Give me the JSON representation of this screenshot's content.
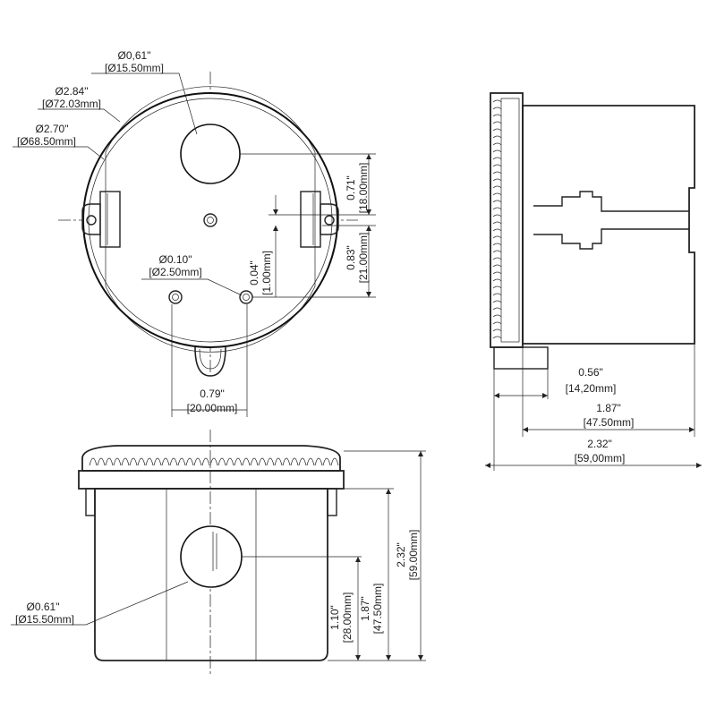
{
  "front_view": {
    "knockout_dia_in": "Ø0,61\"",
    "knockout_dia_mm": "[Ø15.50mm]",
    "outer_dia_in": "Ø2.84\"",
    "outer_dia_mm": "[Ø72.03mm]",
    "inner_dia_in": "Ø2.70\"",
    "inner_dia_mm": "[Ø68.50mm]",
    "hole_dia_in": "Ø0.10\"",
    "hole_dia_mm": "[Ø2.50mm]",
    "offset_small_in": "0.04\"",
    "offset_small_mm": "[1.00mm]",
    "offset_top_in": "0.71\"",
    "offset_top_mm": "[18.00mm]",
    "offset_bottom_in": "0.83\"",
    "offset_bottom_mm": "[21.00mm]",
    "hole_spacing_in": "0.79\"",
    "hole_spacing_mm": "[20.00mm]"
  },
  "side_view": {
    "flange_depth_in": "0.56\"",
    "flange_depth_mm": "[14,20mm]",
    "body_depth_in": "1.87\"",
    "body_depth_mm": "[47.50mm]",
    "total_depth_in": "2.32\"",
    "total_depth_mm": "[59,00mm]"
  },
  "bottom_view": {
    "knockout_dia_in": "Ø0.61\"",
    "knockout_dia_mm": "[Ø15.50mm]",
    "knockout_height_in": "1.10\"",
    "knockout_height_mm": "[28.00mm]",
    "body_height_in": "1.87\"",
    "body_height_mm": "[47.50mm]",
    "total_height_in": "2.32\"",
    "total_height_mm": "[59.00mm]"
  }
}
